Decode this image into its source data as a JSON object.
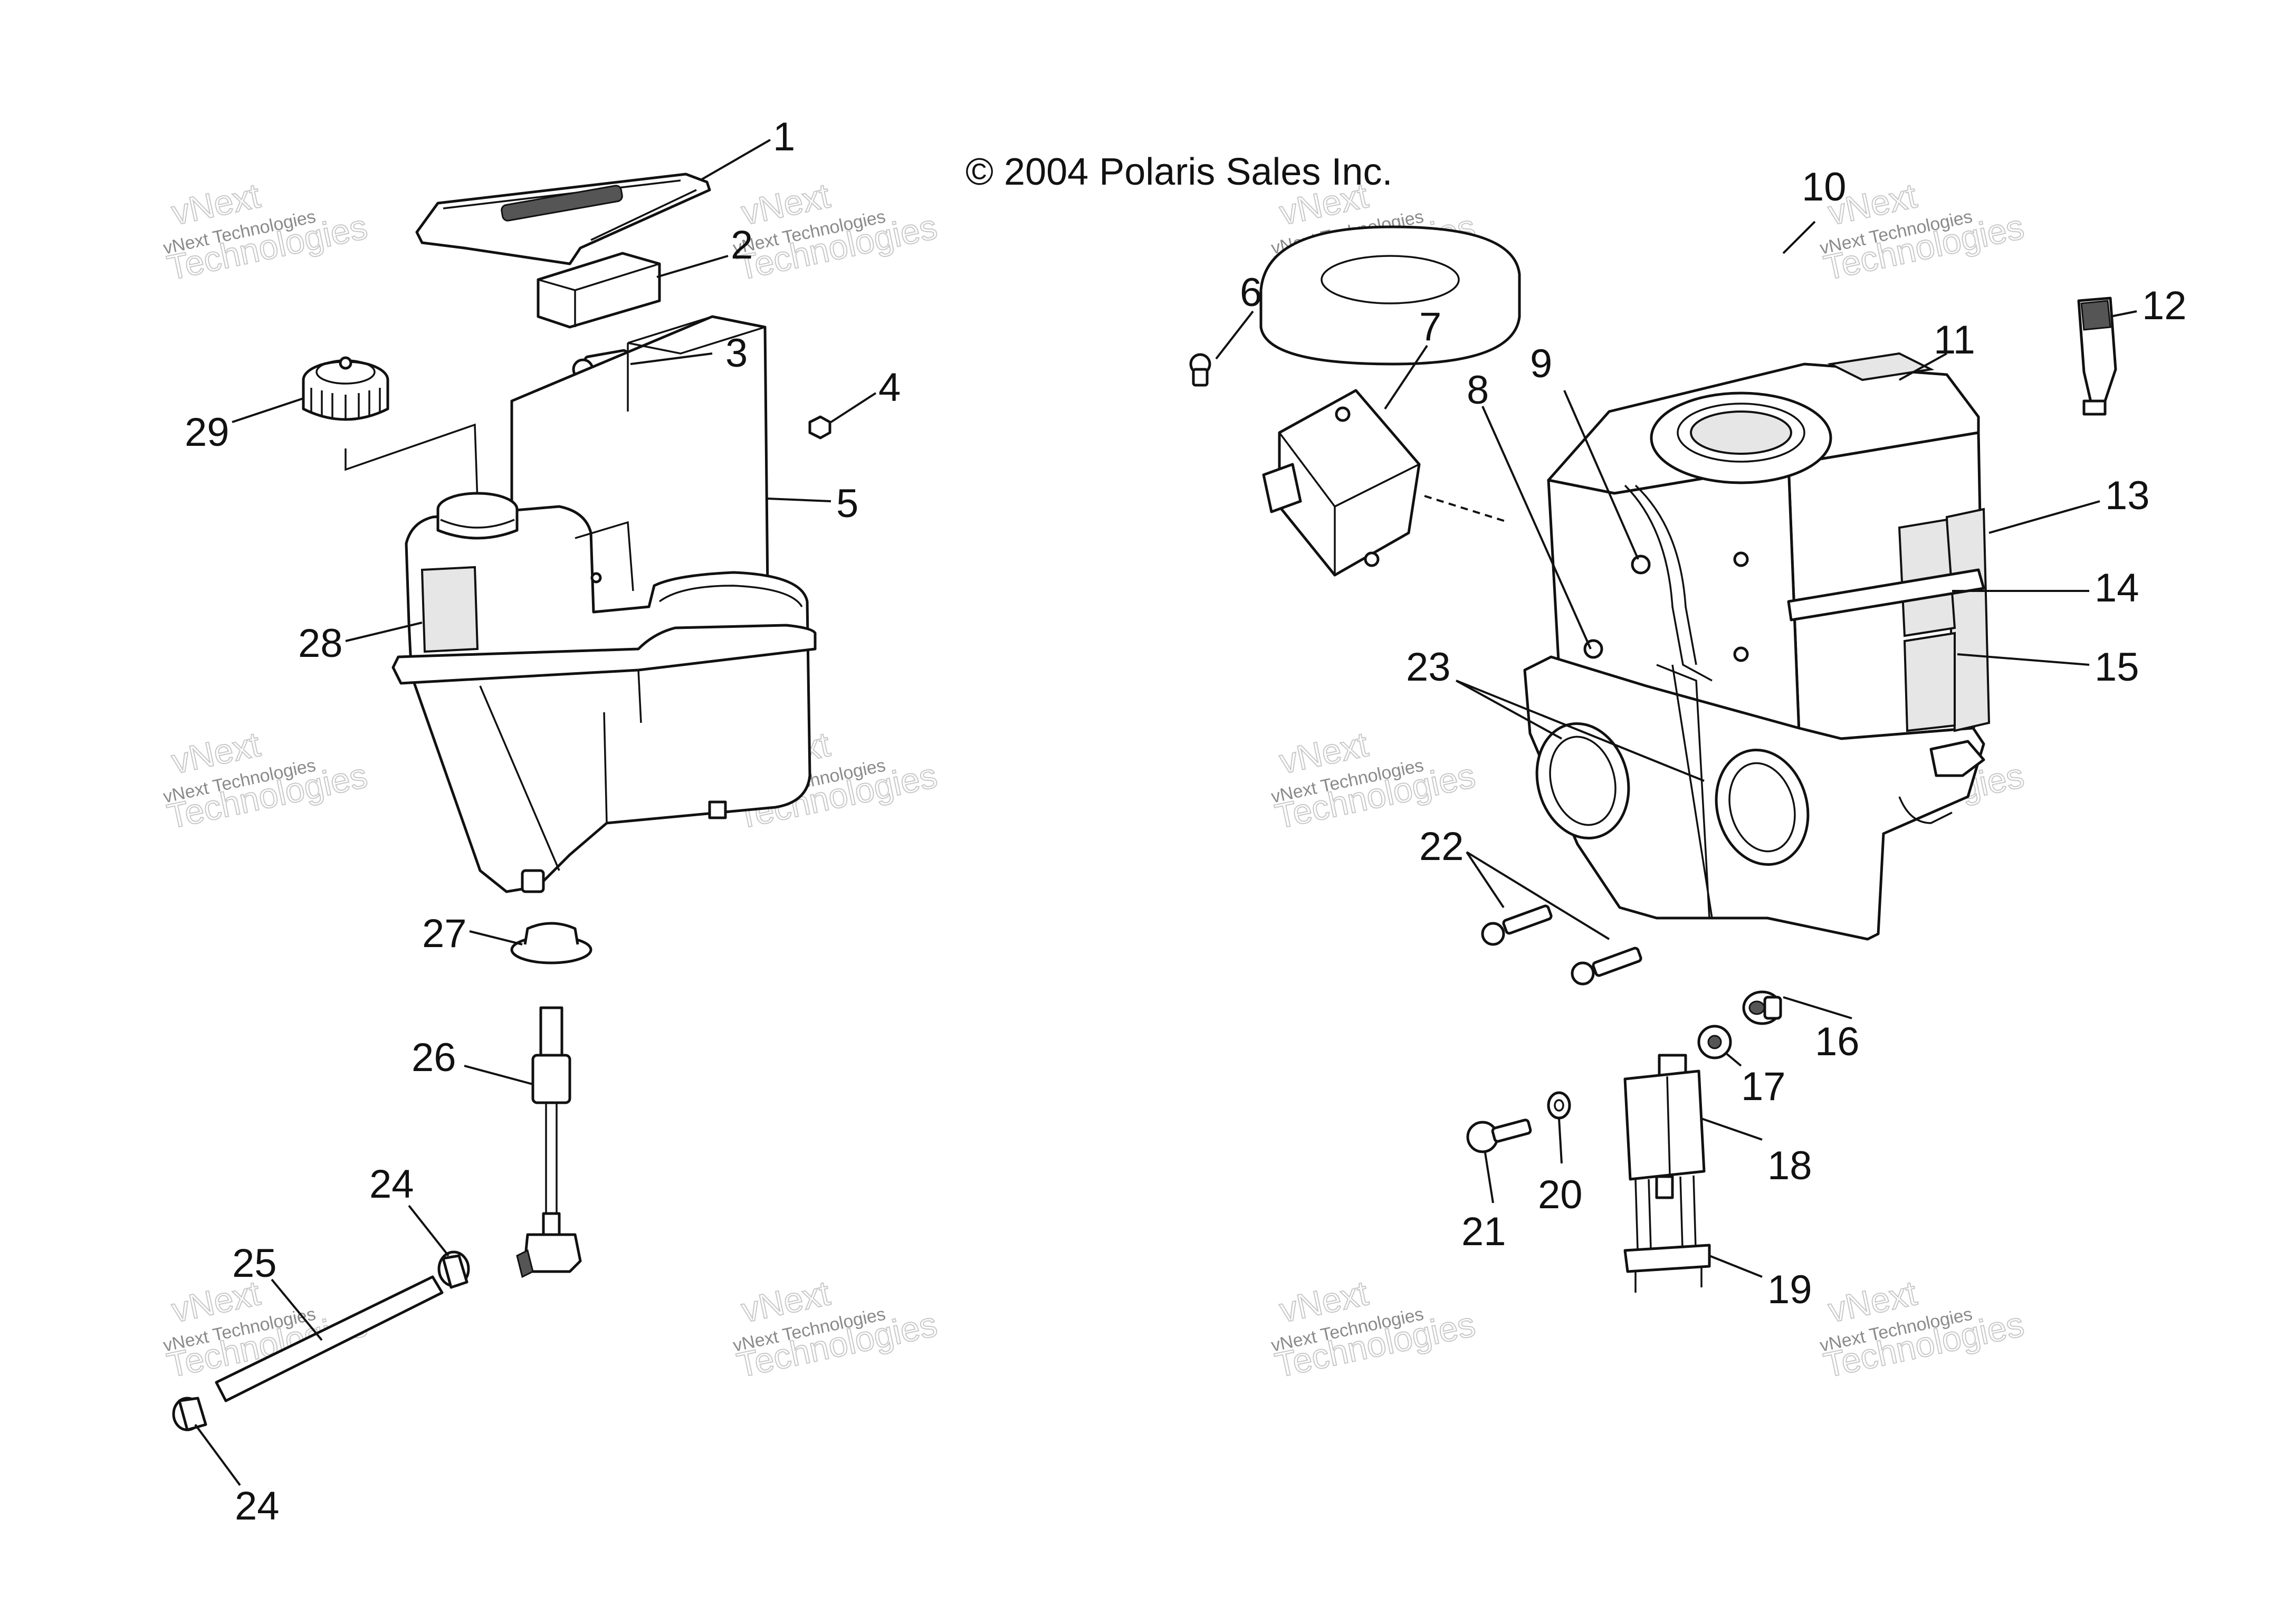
{
  "copyright": "© 2004 Polaris Sales Inc.",
  "watermark": {
    "line1": "vNext Technologies",
    "line2": "vNext",
    "line3": "Technologies"
  },
  "callouts": {
    "c1": "1",
    "c2": "2",
    "c3": "3",
    "c4": "4",
    "c5": "5",
    "c6": "6",
    "c7": "7",
    "c8": "8",
    "c9": "9",
    "c10": "10",
    "c11": "11",
    "c12": "12",
    "c13": "13",
    "c14": "14",
    "c15": "15",
    "c16": "16",
    "c17": "17",
    "c18": "18",
    "c19": "19",
    "c20": "20",
    "c21": "21",
    "c22": "22",
    "c23": "23",
    "c24a": "24",
    "c24b": "24",
    "c25": "25",
    "c26": "26",
    "c27": "27",
    "c28": "28",
    "c29": "29"
  }
}
